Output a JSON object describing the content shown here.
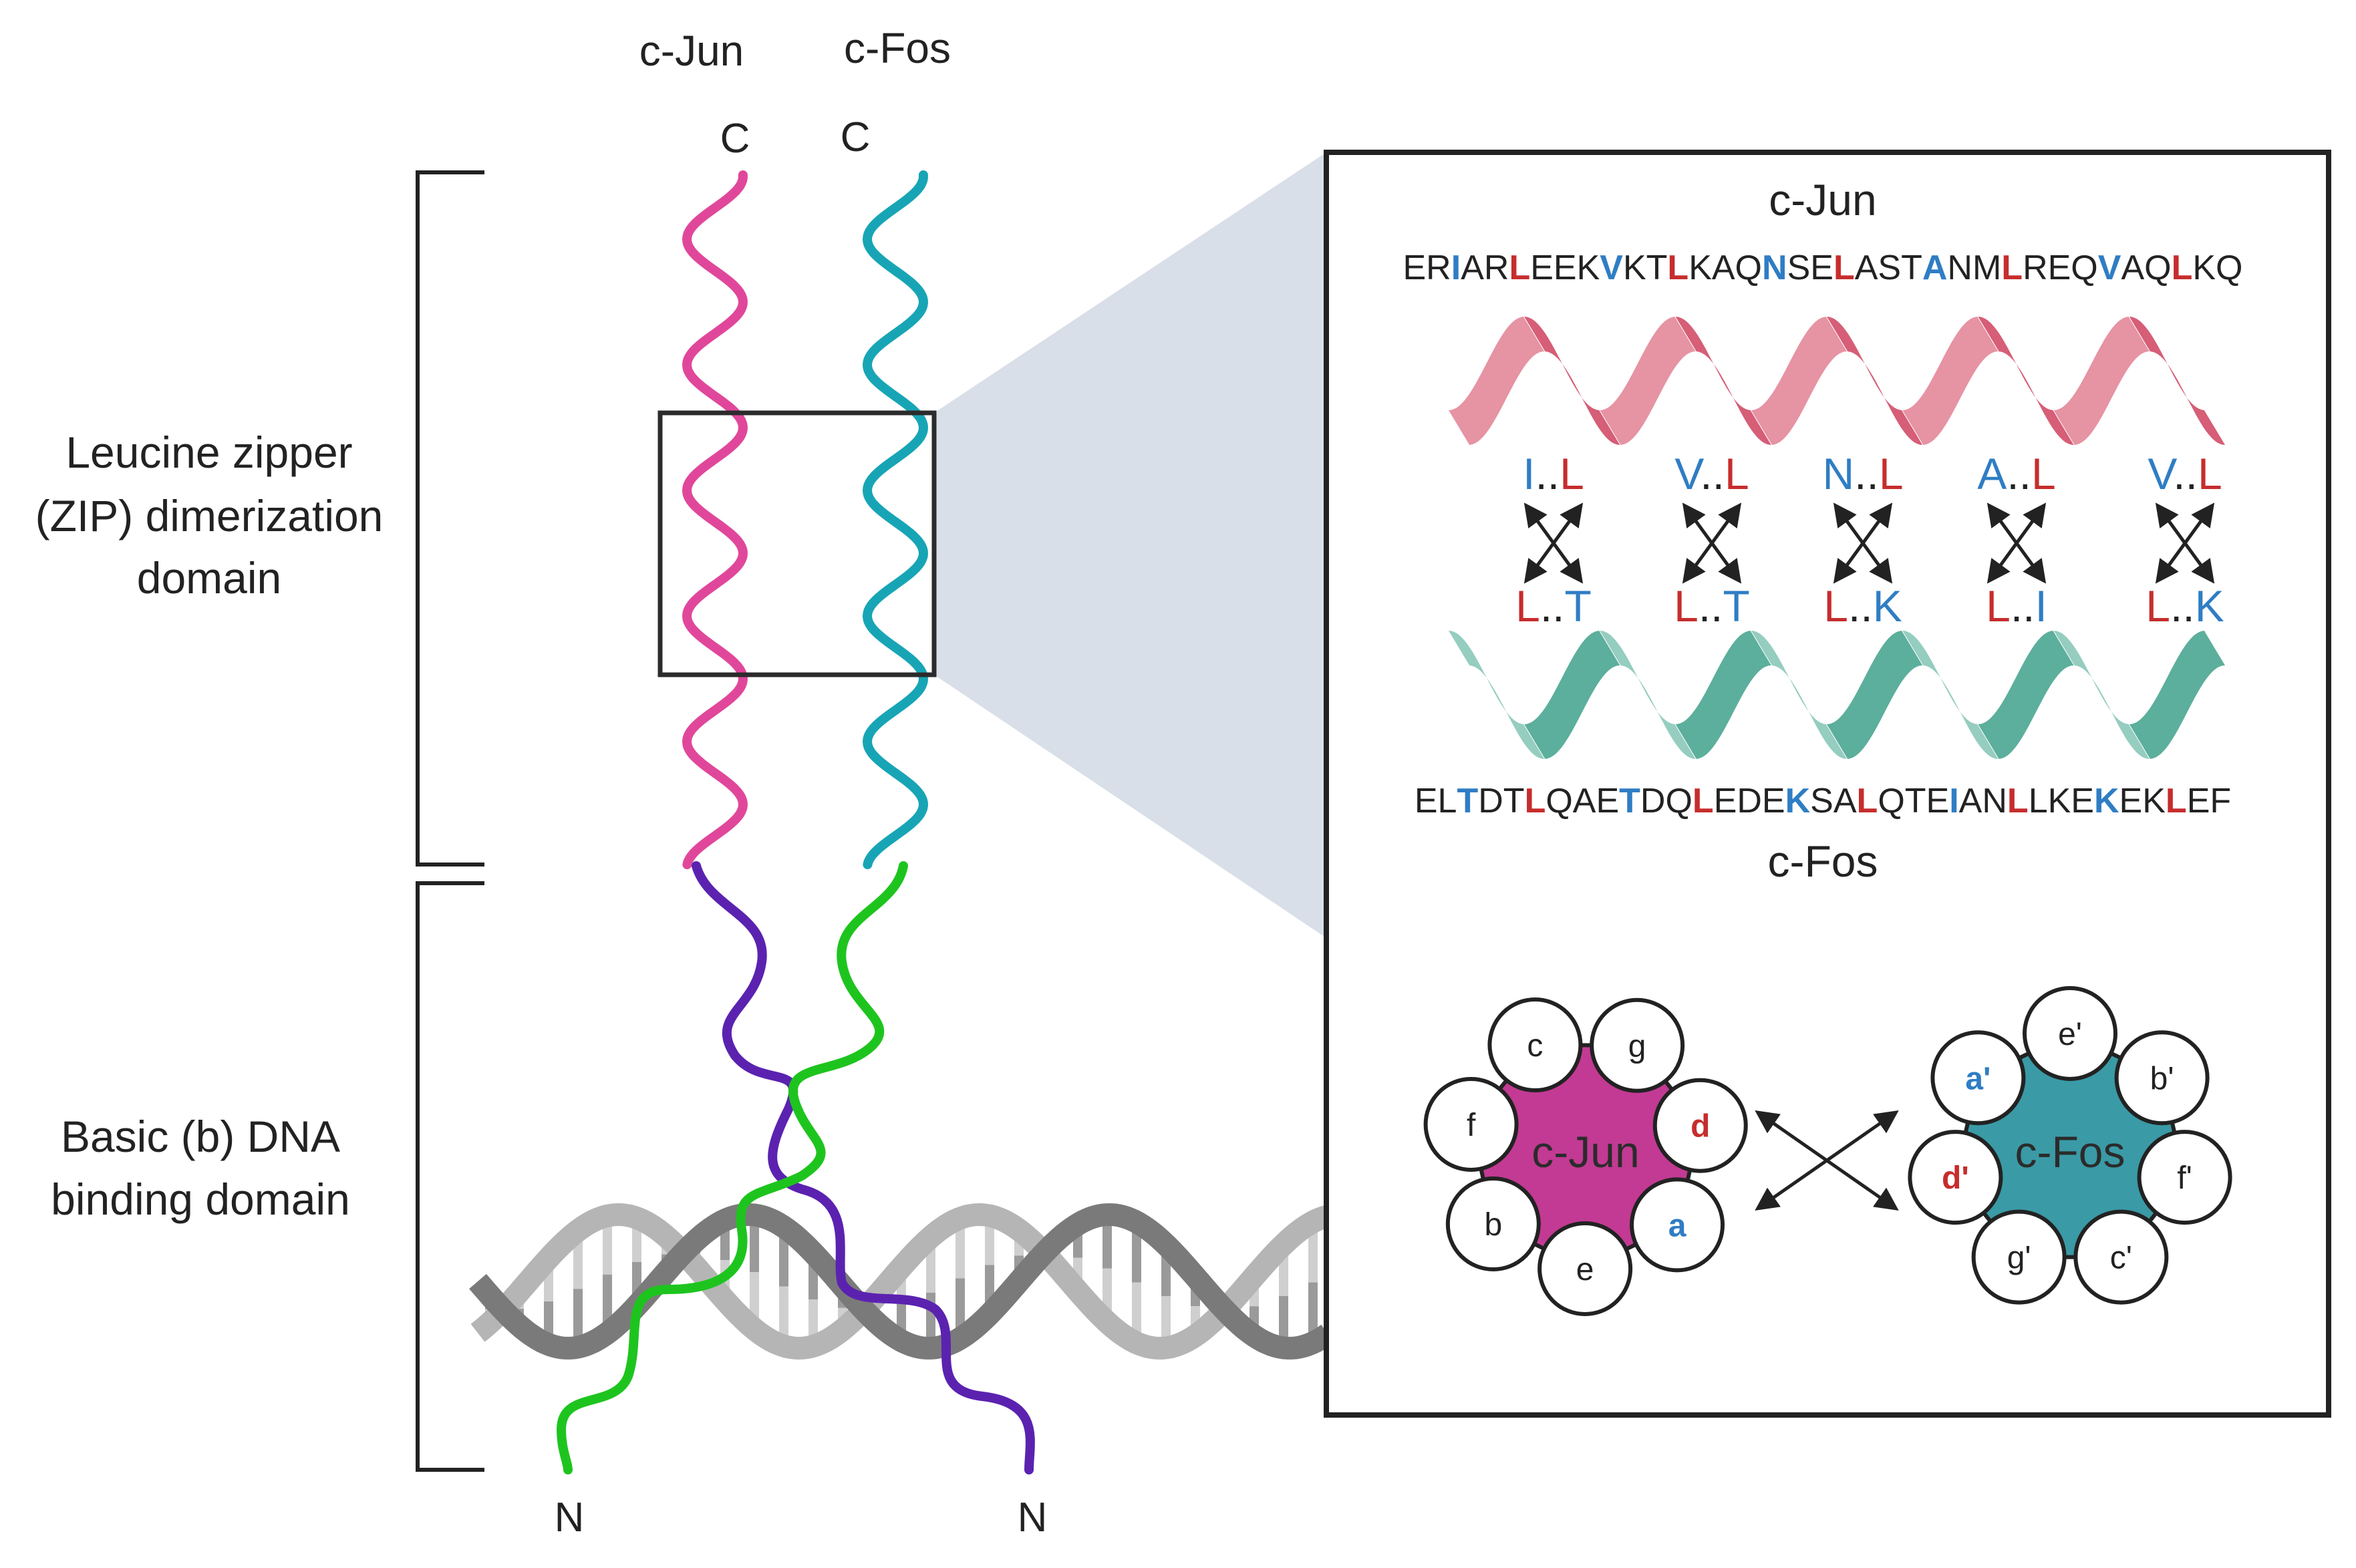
{
  "colors": {
    "jun": "#e0479b",
    "fos": "#17a5b5",
    "basic_jun": "#5b22b0",
    "basic_fos": "#1ec41e",
    "hydrophobic_red": "#c62d2d",
    "hydrophobic_blue": "#2f7dc4",
    "jun_wheel": "#c23a93",
    "fos_wheel": "#3a9aa6",
    "jun_helix": "#d9546f",
    "fos_helix": "#55b0a0",
    "dna_dark": "#7a7a7a",
    "dna_light": "#b5b5b5",
    "zoom_fill": "#d9dfe8"
  },
  "labels": {
    "jun_top": "c-Jun",
    "fos_top": "c-Fos",
    "c_term_jun": "C",
    "c_term_fos": "C",
    "n_term_left": "N",
    "n_term_right": "N",
    "zip_line1": "Leucine zipper",
    "zip_line2": "(ZIP) dimerization",
    "zip_line3": "domain",
    "dna_line1": "Basic (b) DNA",
    "dna_line2": "binding domain"
  },
  "panel": {
    "jun_title": "c-Jun",
    "fos_title": "c-Fos",
    "jun_sequence": [
      {
        "t": "ER",
        "c": "n"
      },
      {
        "t": "I",
        "c": "b"
      },
      {
        "t": "AR",
        "c": "n"
      },
      {
        "t": "L",
        "c": "r"
      },
      {
        "t": "EEK",
        "c": "n"
      },
      {
        "t": "V",
        "c": "b"
      },
      {
        "t": "KT",
        "c": "n"
      },
      {
        "t": "L",
        "c": "r"
      },
      {
        "t": "KAQ",
        "c": "n"
      },
      {
        "t": "N",
        "c": "b"
      },
      {
        "t": "SE",
        "c": "n"
      },
      {
        "t": "L",
        "c": "r"
      },
      {
        "t": "AST",
        "c": "n"
      },
      {
        "t": "A",
        "c": "b"
      },
      {
        "t": "NM",
        "c": "n"
      },
      {
        "t": "L",
        "c": "r"
      },
      {
        "t": "REQ",
        "c": "n"
      },
      {
        "t": "V",
        "c": "b"
      },
      {
        "t": "AQ",
        "c": "n"
      },
      {
        "t": "L",
        "c": "r"
      },
      {
        "t": "KQ",
        "c": "n"
      }
    ],
    "fos_sequence": [
      {
        "t": "EL",
        "c": "n"
      },
      {
        "t": "T",
        "c": "b"
      },
      {
        "t": "DT",
        "c": "n"
      },
      {
        "t": "L",
        "c": "r"
      },
      {
        "t": "QAE",
        "c": "n"
      },
      {
        "t": "T",
        "c": "b"
      },
      {
        "t": "DQ",
        "c": "n"
      },
      {
        "t": "L",
        "c": "r"
      },
      {
        "t": "EDE",
        "c": "n"
      },
      {
        "t": "K",
        "c": "b"
      },
      {
        "t": "SA",
        "c": "n"
      },
      {
        "t": "L",
        "c": "r"
      },
      {
        "t": "QTE",
        "c": "n"
      },
      {
        "t": "I",
        "c": "b"
      },
      {
        "t": "AN",
        "c": "n"
      },
      {
        "t": "L",
        "c": "r"
      },
      {
        "t": "LKE",
        "c": "n"
      },
      {
        "t": "K",
        "c": "b"
      },
      {
        "t": "EK",
        "c": "n"
      },
      {
        "t": "L",
        "c": "r"
      },
      {
        "t": "EF",
        "c": "n"
      }
    ],
    "pairs_top": [
      {
        "a": "I",
        "b": "L"
      },
      {
        "a": "V",
        "b": "L"
      },
      {
        "a": "N",
        "b": "L"
      },
      {
        "a": "A",
        "b": "L"
      },
      {
        "a": "V",
        "b": "L"
      }
    ],
    "pairs_bottom": [
      {
        "a": "L",
        "b": "T"
      },
      {
        "a": "L",
        "b": "T"
      },
      {
        "a": "L",
        "b": "K"
      },
      {
        "a": "L",
        "b": "I"
      },
      {
        "a": "L",
        "b": "K"
      }
    ],
    "pair_sep": "..",
    "jun_wheel_label": "c-Jun",
    "fos_wheel_label": "c-Fos",
    "jun_positions": [
      {
        "t": "g",
        "c": "n"
      },
      {
        "t": "d",
        "c": "r"
      },
      {
        "t": "a",
        "c": "b"
      },
      {
        "t": "e",
        "c": "n"
      },
      {
        "t": "b",
        "c": "n"
      },
      {
        "t": "f",
        "c": "n"
      },
      {
        "t": "c",
        "c": "n"
      }
    ],
    "fos_positions": [
      {
        "t": "e'",
        "c": "n"
      },
      {
        "t": "b'",
        "c": "n"
      },
      {
        "t": "f'",
        "c": "n"
      },
      {
        "t": "c'",
        "c": "n"
      },
      {
        "t": "g'",
        "c": "n"
      },
      {
        "t": "d'",
        "c": "r"
      },
      {
        "t": "a'",
        "c": "b"
      }
    ]
  }
}
